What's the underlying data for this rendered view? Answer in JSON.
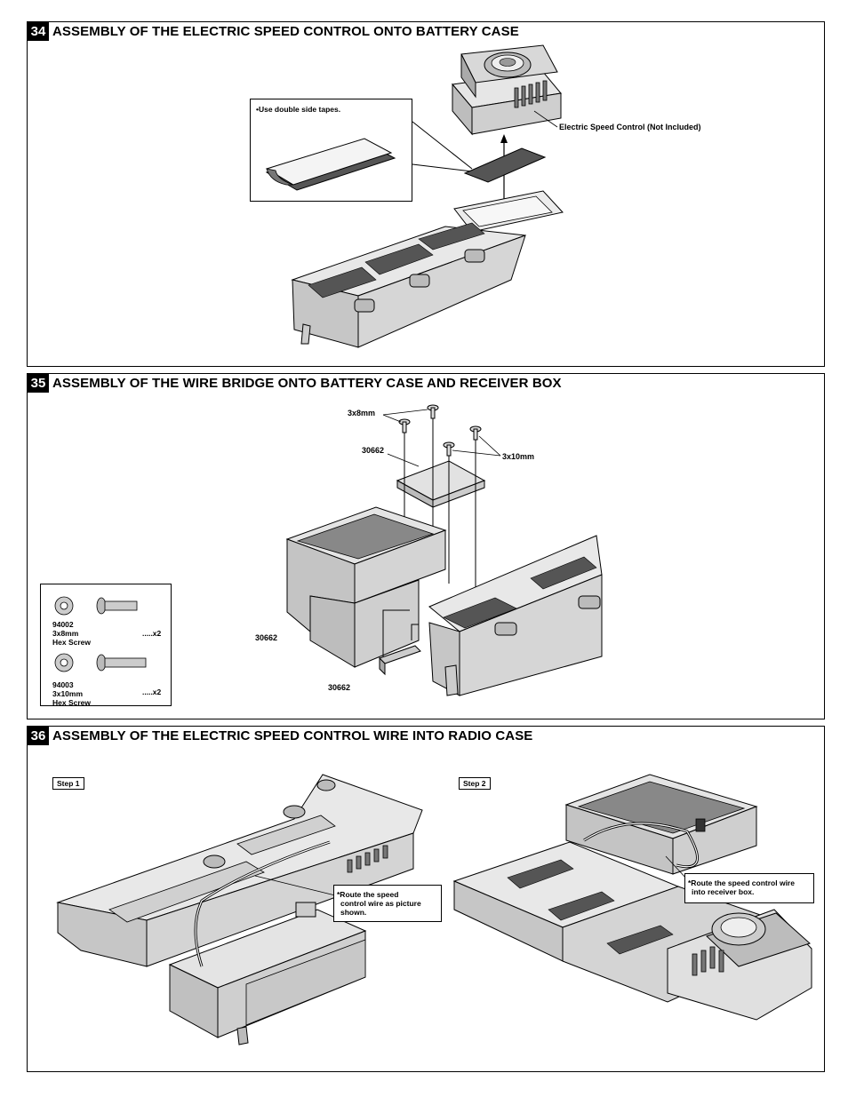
{
  "steps": [
    {
      "number": "34",
      "title": "ASSEMBLY OF THE ELECTRIC SPEED CONTROL ONTO BATTERY CASE"
    },
    {
      "number": "35",
      "title": "ASSEMBLY OF THE WIRE BRIDGE ONTO BATTERY CASE AND RECEIVER BOX"
    },
    {
      "number": "36",
      "title": "ASSEMBLY OF THE ELECTRIC SPEED CONTROL WIRE INTO RADIO CASE"
    }
  ],
  "step34": {
    "tape_note": "•Use double side tapes.",
    "esc_label": "Electric Speed Control (Not Included)"
  },
  "step35": {
    "screw_3x8": "3x8mm",
    "screw_3x10": "3x10mm",
    "part_bridge": "30662",
    "part_box": "30662",
    "part_clip": "30662",
    "parts": [
      {
        "code": "94002",
        "size": "3x8mm",
        "name": "Hex Screw",
        "qty": ".....x2"
      },
      {
        "code": "94003",
        "size": "3x10mm",
        "name": "Hex Screw",
        "qty": ".....x2"
      }
    ]
  },
  "step36": {
    "step1_tag": "Step 1",
    "step2_tag": "Step 2",
    "note1_line1": "*Route the speed",
    "note1_line2": "control wire as picture",
    "note1_line3": "shown.",
    "note2_line1": "*Route the speed control wire",
    "note2_line2": "into receiver box."
  }
}
